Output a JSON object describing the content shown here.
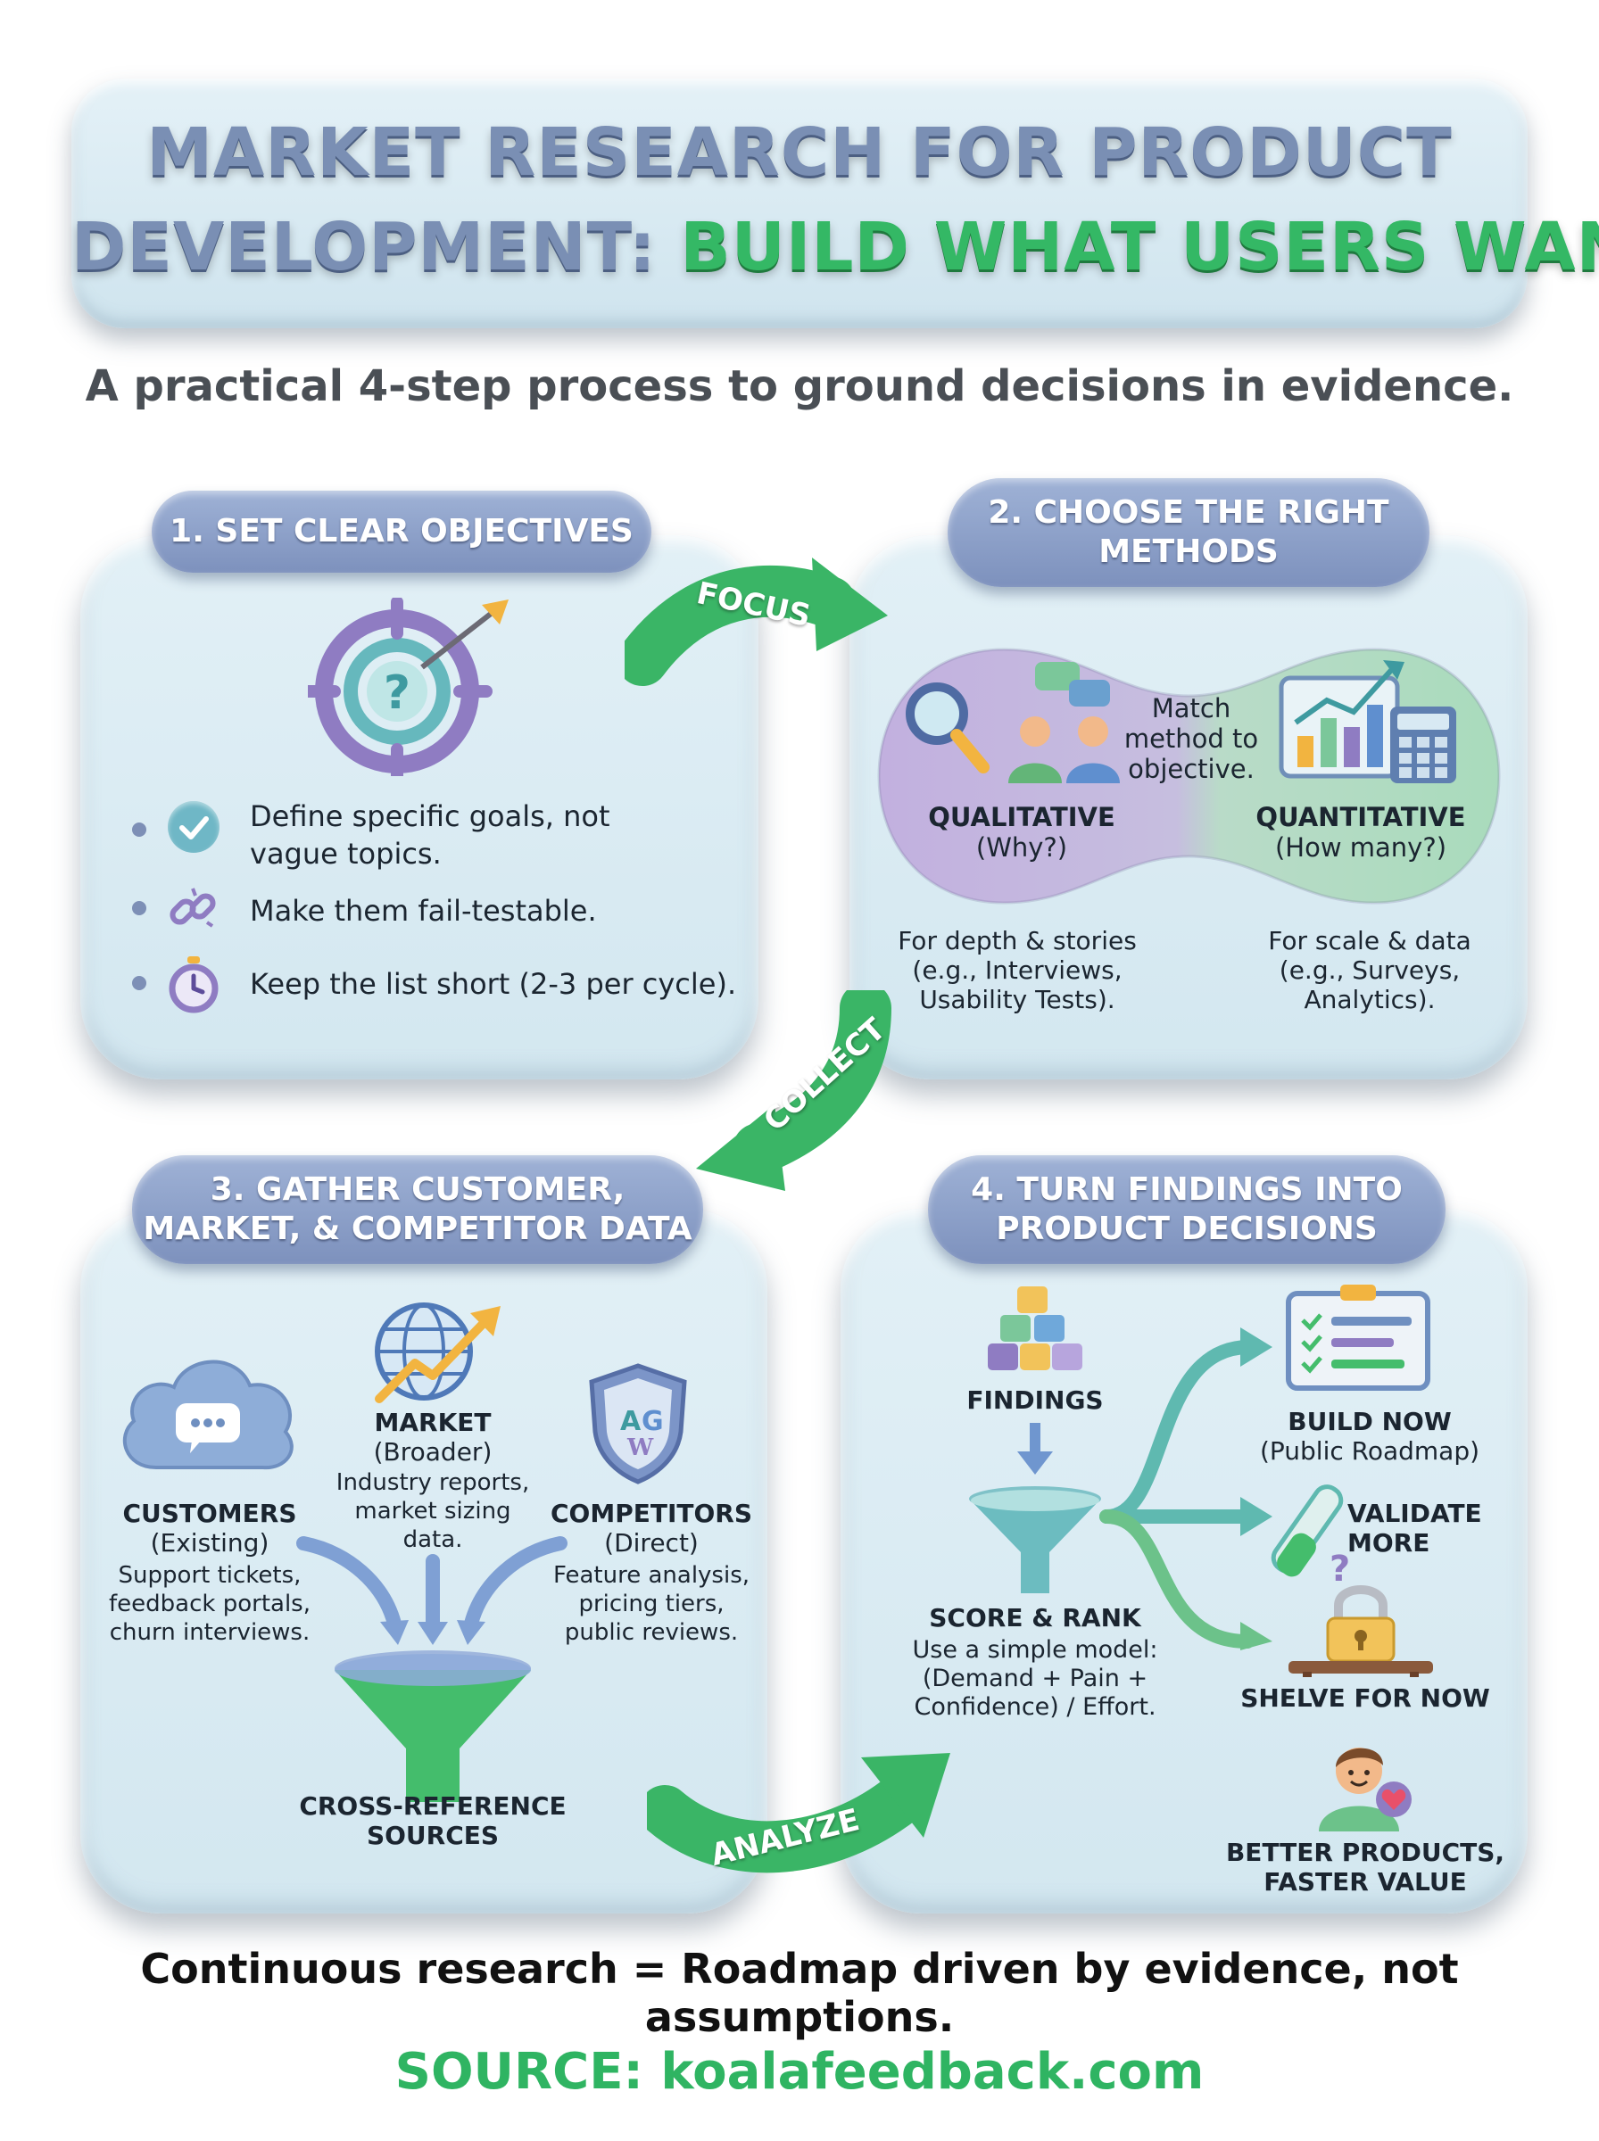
{
  "title": {
    "line1": "MARKET RESEARCH FOR PRODUCT",
    "line2_prefix": "DEVELOPMENT:",
    "line2_accent": "BUILD WHAT USERS WANT"
  },
  "subtitle": "A practical 4-step process to ground decisions in evidence.",
  "step1": {
    "heading": "1. SET CLEAR OBJECTIVES",
    "bullets": [
      {
        "icon": "checkmark-icon",
        "line1": "Define specific goals, not",
        "line2": "vague topics."
      },
      {
        "icon": "broken-link-icon",
        "line1": "Make them fail-testable.",
        "line2": ""
      },
      {
        "icon": "stopwatch-icon",
        "line1": "Keep the list short (2-3 per cycle).",
        "line2": ""
      }
    ],
    "icon": "target-question-icon"
  },
  "step2": {
    "heading_line1": "2. CHOOSE THE RIGHT",
    "heading_line2": "METHODS",
    "match_line1": "Match",
    "match_line2": "method to",
    "match_line3": "objective.",
    "qual": {
      "title": "QUALITATIVE",
      "sub": "(Why?)",
      "desc1": "For depth & stories",
      "desc2": "(e.g., Interviews,",
      "desc3": "Usability Tests)."
    },
    "quant": {
      "title": "QUANTITATIVE",
      "sub": "(How many?)",
      "desc1": "For scale & data",
      "desc2": "(e.g., Surveys,",
      "desc3": "Analytics)."
    }
  },
  "step3": {
    "heading_line1": "3. GATHER CUSTOMER,",
    "heading_line2": "MARKET, & COMPETITOR DATA",
    "customers": {
      "title": "CUSTOMERS",
      "sub": "(Existing)",
      "d1": "Support tickets,",
      "d2": "feedback portals,",
      "d3": "churn interviews."
    },
    "market": {
      "title": "MARKET",
      "sub": "(Broader)",
      "d1": "Industry reports,",
      "d2": "market sizing",
      "d3": "data."
    },
    "competitors": {
      "title": "COMPETITORS",
      "sub": "(Direct)",
      "d1": "Feature analysis,",
      "d2": "pricing tiers,",
      "d3": "public reviews."
    },
    "funnel_line1": "CROSS-REFERENCE",
    "funnel_line2": "SOURCES"
  },
  "step4": {
    "heading_line1": "4. TURN FINDINGS INTO",
    "heading_line2": "PRODUCT DECISIONS",
    "findings": "FINDINGS",
    "score_title": "SCORE & RANK",
    "score_d1": "Use a simple model:",
    "score_d2": "(Demand + Pain +",
    "score_d3": "Confidence) / Effort.",
    "build_title": "BUILD NOW",
    "build_sub": "(Public Roadmap)",
    "validate_line1": "VALIDATE",
    "validate_line2": "MORE",
    "shelve": "SHELVE FOR NOW",
    "better_line1": "BETTER PRODUCTS,",
    "better_line2": "FASTER VALUE"
  },
  "arrows": {
    "focus": "FOCUS",
    "collect": "COLLECT",
    "analyze": "ANALYZE"
  },
  "footer": "Continuous research = Roadmap driven by evidence, not assumptions.",
  "source": "SOURCE: koalafeedback.com",
  "colors": {
    "accent_green": "#34b865",
    "pill_blue": "#8a9dc8",
    "panel": "#d8ebf3",
    "qual_purple": "#b9a6d8",
    "quant_green": "#a6d7b8"
  }
}
